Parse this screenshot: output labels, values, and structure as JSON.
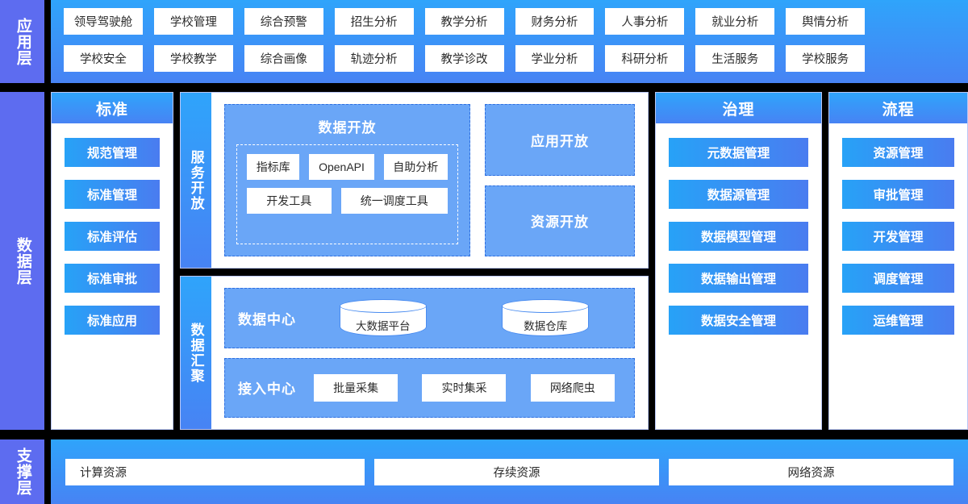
{
  "layers": {
    "application": {
      "side_label": "应用层",
      "items": [
        "领导驾驶舱",
        "学校管理",
        "综合预警",
        "招生分析",
        "教学分析",
        "财务分析",
        "人事分析",
        "就业分析",
        "舆情分析",
        "学校安全",
        "学校教学",
        "综合画像",
        "轨迹分析",
        "教学诊改",
        "学业分析",
        "科研分析",
        "生活服务",
        "学校服务"
      ],
      "row1": [
        "领导驾驶舱",
        "学校管理",
        "综合预警",
        "招生分析",
        "教学分析",
        "财务分析",
        "人事分析",
        "就业分析",
        "舆情分析"
      ],
      "row2": [
        "学校安全",
        "学校教学",
        "综合画像",
        "轨迹分析",
        "教学诊改",
        "学业分析",
        "科研分析",
        "生活服务",
        "学校服务"
      ]
    },
    "data": {
      "side_label": "数据层",
      "standards": {
        "title": "标准",
        "items": [
          "规范管理",
          "标准管理",
          "标准评估",
          "标准审批",
          "标准应用"
        ]
      },
      "service_open": {
        "vbar_label": "服务开放",
        "data_open": {
          "title": "数据开放",
          "tools_row1": [
            "指标库",
            "OpenAPI",
            "自助分析"
          ],
          "tools_row2": [
            "开发工具",
            "统一调度工具"
          ]
        },
        "cards": [
          "应用开放",
          "资源开放"
        ]
      },
      "data_aggregation": {
        "vbar_label": "数据汇聚",
        "data_center": {
          "label": "数据中心",
          "stores": [
            "大数据平台",
            "数据仓库"
          ]
        },
        "access_center": {
          "label": "接入中心",
          "methods": [
            "批量采集",
            "实时集采",
            "网络爬虫"
          ]
        }
      },
      "governance": {
        "title": "治理",
        "items": [
          "元数据管理",
          "数据源管理",
          "数据模型管理",
          "数据输出管理",
          "数据安全管理"
        ]
      },
      "process": {
        "title": "流程",
        "items": [
          "资源管理",
          "审批管理",
          "开发管理",
          "调度管理",
          "运维管理"
        ]
      }
    },
    "support": {
      "side_label": "支撑层",
      "items": [
        "计算资源",
        "存续资源",
        "网络资源"
      ]
    }
  },
  "colors": {
    "sidebar": "#5d6cf0",
    "band_top": "#2fa4fb",
    "band_bottom": "#4783f4",
    "chip_blue_left": "#27a2f7",
    "chip_blue_right": "#4a7cf0",
    "panel_blue": "#6aa6f7",
    "background": "#000000",
    "chip_white": "#ffffff"
  }
}
